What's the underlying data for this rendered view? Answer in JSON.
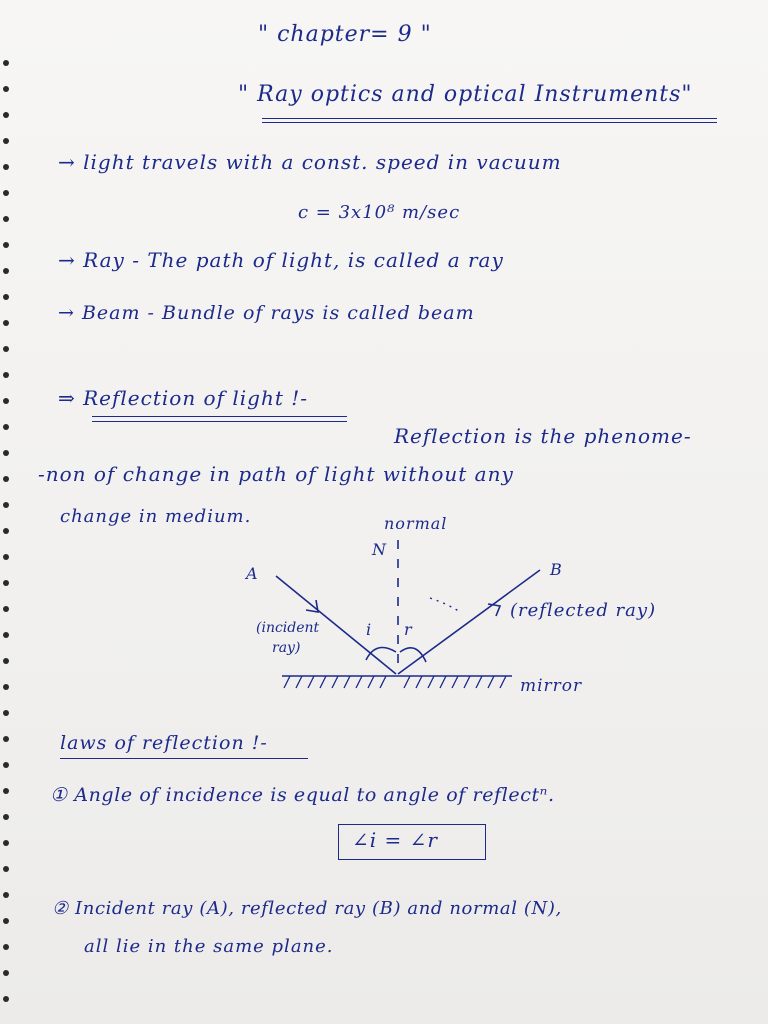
{
  "header": {
    "chapter": "\" chapter= 9 \"",
    "title": "\" Ray optics and optical Instruments\""
  },
  "notes": {
    "line1": "→ light travels with a const. speed in vacuum",
    "line2": "c = 3x10⁸ m/sec",
    "line3": "→ Ray - The path of light, is called a ray",
    "line4": "→ Beam - Bundle of rays is called beam"
  },
  "reflection": {
    "heading": "⇒ Reflection of light !-",
    "def1": "Reflection is the phenome-",
    "def2": "-non of change in path of light without any",
    "def3": "change in medium."
  },
  "diagram": {
    "normal_label": "normal",
    "normal_letter": "N",
    "point_a": "A",
    "point_b": "B",
    "incident_label_1": "(incident",
    "incident_label_2": "ray)",
    "angle_i": "i",
    "angle_r": "r",
    "reflected_label": "(reflected ray)",
    "mirror_label": "mirror"
  },
  "laws": {
    "heading": "laws of reflection !-",
    "law1": "① Angle of incidence is equal to angle of reflectⁿ.",
    "equation": "∠i = ∠r",
    "law2_1": "② Incident ray (A), reflected ray (B) and normal (N),",
    "law2_2": "all lie in the same plane."
  }
}
